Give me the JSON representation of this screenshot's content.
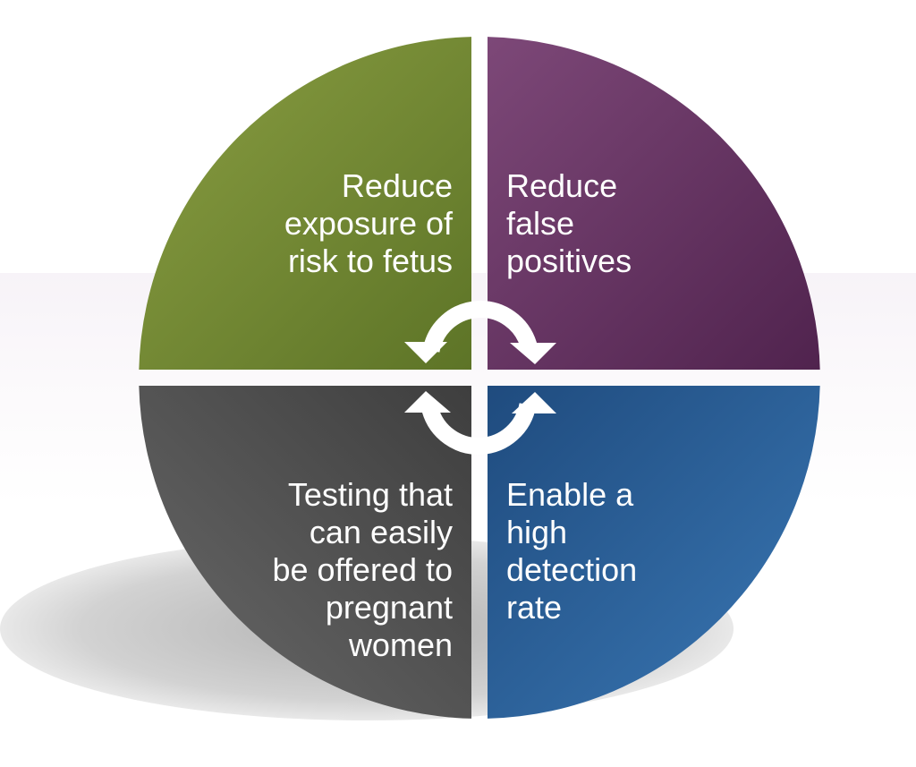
{
  "quadrants": {
    "top_left": {
      "lines": [
        "Reduce",
        "exposure of",
        "risk to fetus"
      ],
      "color_light": "#8a9e42",
      "color_dark": "#5d7427"
    },
    "top_right": {
      "lines": [
        "Reduce",
        "false",
        "positives"
      ],
      "color_light": "#7d4878",
      "color_dark": "#50234e"
    },
    "bottom_left": {
      "lines": [
        "Testing that",
        "can easily",
        "be offered to",
        "pregnant",
        "women"
      ],
      "color_light": "#6a6a6a",
      "color_dark": "#3e3e3e"
    },
    "bottom_right": {
      "lines": [
        "Enable a",
        "high",
        "detection",
        "rate"
      ],
      "color_light": "#3a78b5",
      "color_dark": "#1f4b7e"
    }
  },
  "center_icon": "circular-arrows-icon"
}
